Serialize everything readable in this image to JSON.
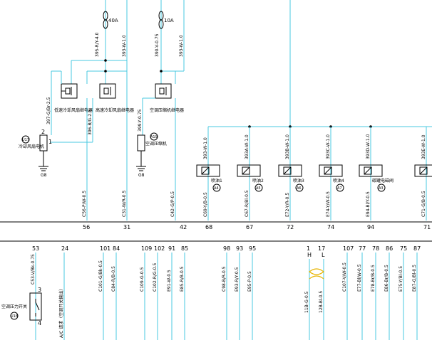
{
  "fuses": [
    "40A",
    "10A"
  ],
  "top_wires": [
    "395-R/Y-4.0",
    "393-W-1.0",
    "390-V-0.75",
    "393-W-1.0"
  ],
  "relays": [
    "低速冷却风扇继电器",
    "高速冷却风扇继电器",
    "空调压缩机继电器"
  ],
  "relay_wires": [
    "397-G/Br-2.5",
    "396-B/G-2.5",
    "399-Y-0.75"
  ],
  "motor_code": "U17",
  "motor_label": "冷却风扇电机",
  "clutch_code": "A19",
  "clutch_label": "空调压缩机",
  "motor_pins": [
    "2",
    "1"
  ],
  "ground": [
    "G8",
    "G8"
  ],
  "bus_wires": [
    "393-W-1.0",
    "393A-W-1.0",
    "393B-W-1.0",
    "393C-W-1.0",
    "393D-W-1.0",
    "393E-W-1.0"
  ],
  "injectors": [
    {
      "label": "喷油1",
      "code": "A4"
    },
    {
      "label": "喷油2",
      "code": "A5"
    },
    {
      "label": "喷油3",
      "code": "A6"
    },
    {
      "label": "喷油4",
      "code": "A7"
    },
    {
      "label": "碳罐电磁阀",
      "code": "A3"
    }
  ],
  "lower_wires": [
    "C56-P/W-0.5",
    "C31-W/R-0.5",
    "C42-G/P-0.5",
    "C69-Y/B-0.5",
    "C67-R/Bl-0.5",
    "E72-Y/R-0.5",
    "E74-Y/W-0.5",
    "E94-Bl/Y-0.5",
    "C71-G/B-0.5"
  ],
  "upper_pins": [
    "56",
    "31",
    "42",
    "68",
    "67",
    "72",
    "74",
    "94",
    "71"
  ],
  "bottom_pins": [
    "53",
    "24",
    "101",
    "84",
    "109",
    "102",
    "91",
    "85",
    "98",
    "93",
    "95",
    "1",
    "17",
    "107",
    "77",
    "78",
    "86",
    "75",
    "87"
  ],
  "hl_labels": [
    "H",
    "L"
  ],
  "bottom_wires": [
    "C53-V/Bk-0.75",
    "C101-G/Bk-0.5",
    "C84-R/B-0.5",
    "C109-G-0.5",
    "C102-R/G-0.5",
    "E91-W-0.5",
    "E85-R/B-0.5",
    "C98-B/R-0.5",
    "E93-R/Y-0.5",
    "E95-P-0.5",
    "11B-G-0.5",
    "12B-Bl-0.5",
    "C107-V/W-0.5",
    "E77-Bl/W-0.5",
    "E78-Br/B-0.5",
    "E86-Br/B-0.5",
    "E75-Y/Bl-0.5",
    "E87-G/Bl-0.5"
  ],
  "switch_label": "空调压力开关",
  "switch_code": "U18",
  "switch_pins": [
    "3",
    "4"
  ],
  "left_bottom_label": "A/C 请求（空调开关输出）"
}
